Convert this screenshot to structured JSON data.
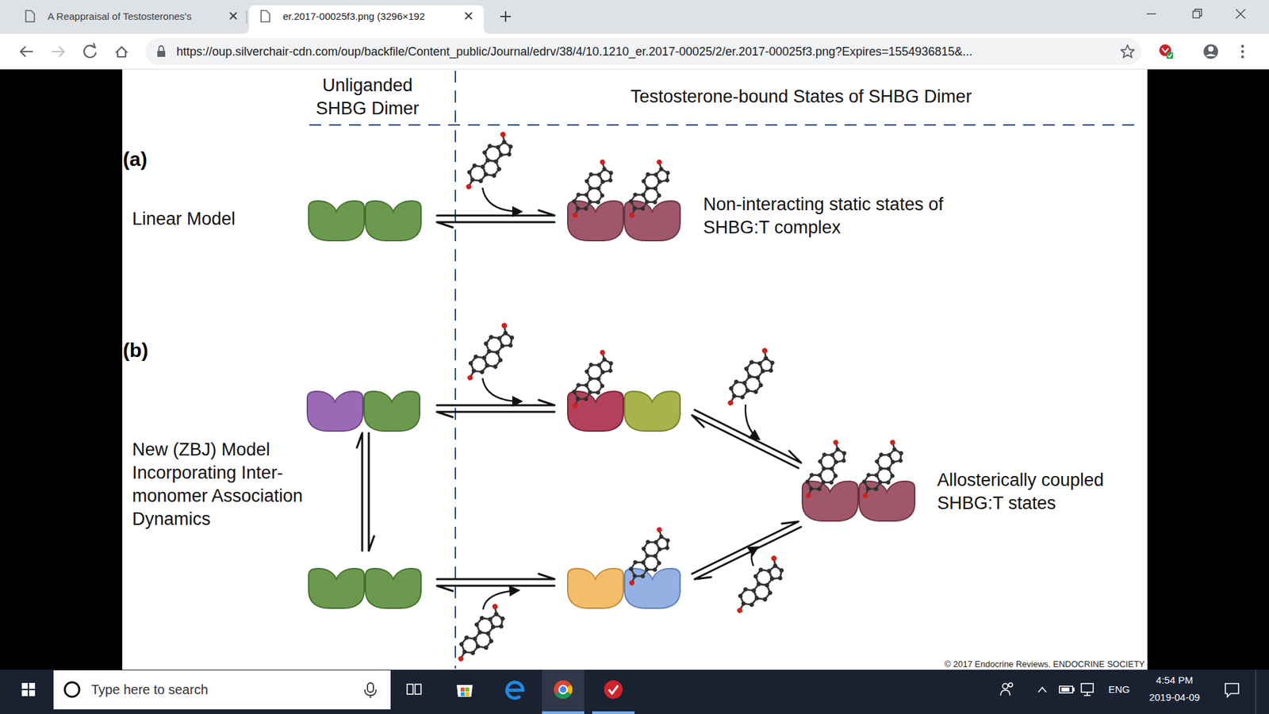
{
  "diagram": {
    "labels": [
      "A Reappraisal of Testosterones's",
      "er.2017-00025f3.png (3296×192",
      "https://oup.silverchair-cdn.com/oup/backfile/Content_public/Journal/edrv/38/4/10.1210_er.2017-00025/2/er.2017-00025f3.png?Expires=1554936815&...",
      "Unliganded SHBG Dimer",
      "Testosterone-bound States of SHBG Dimer",
      "(a)",
      "Linear Model",
      "Non-interacting static states of SHBG:T complex",
      "(b)",
      "New (ZBJ) Model Incorporating Inter-monomer Association Dynamics",
      "Allosterically coupled SHBG:T states",
      "© 2017 Endocrine Reviews. ENDOCRINE SOCIETY",
      "Type here to search",
      "ENG",
      "4:54 PM",
      "2019-04-09"
    ]
  }
}
